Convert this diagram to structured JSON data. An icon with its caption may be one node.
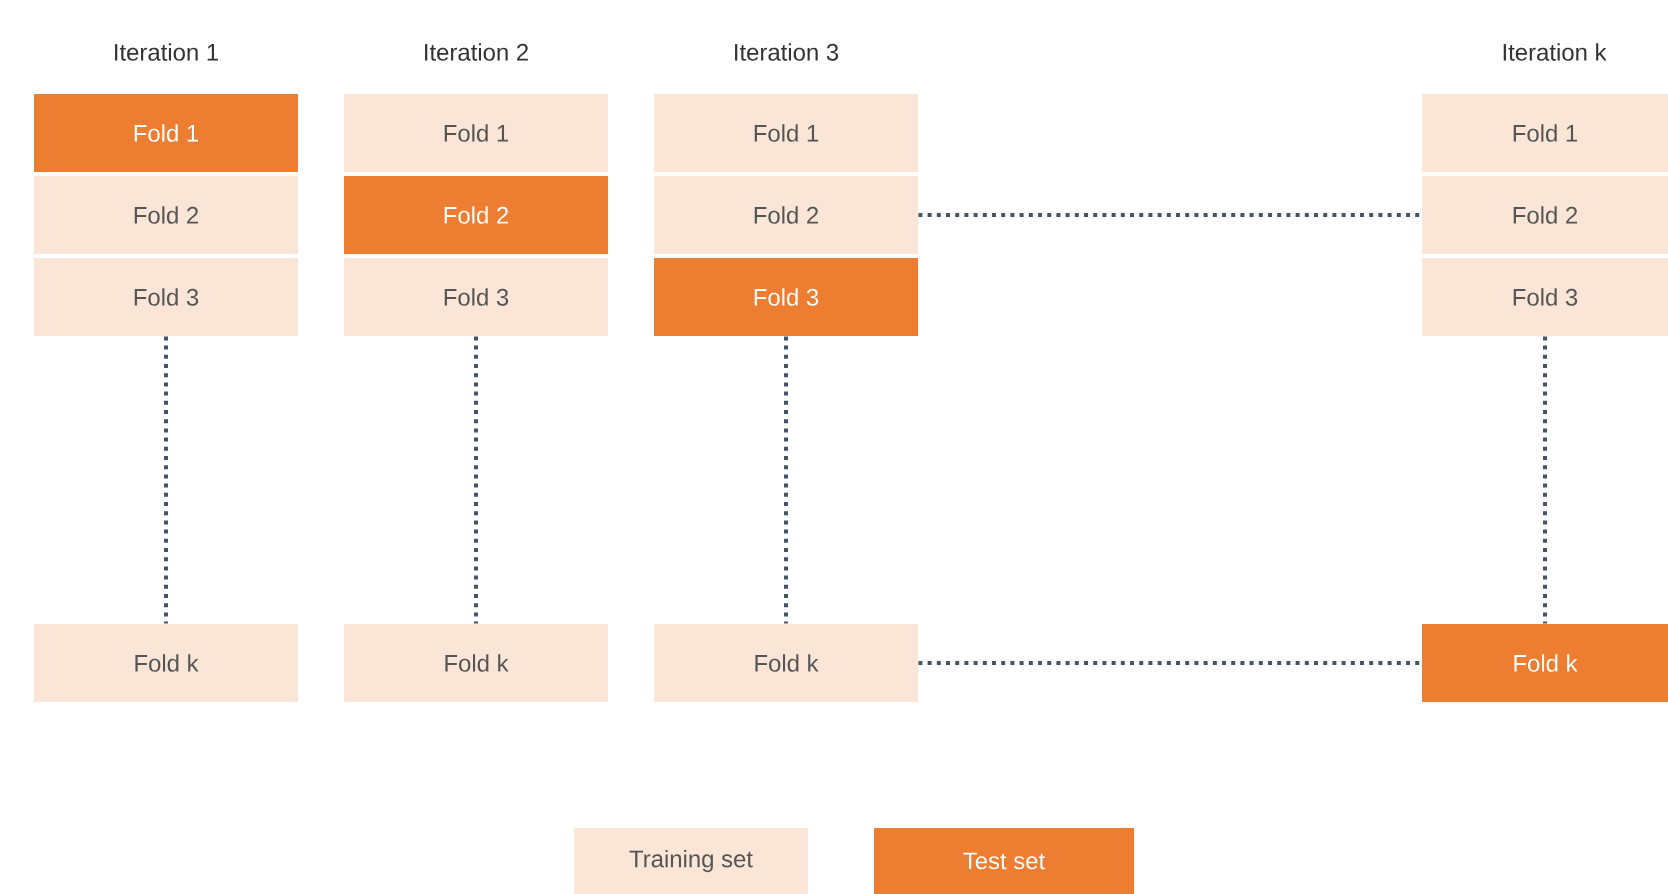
{
  "diagram": {
    "nodes": [
      {
        "text": [
          "Fold 1"
        ]
      },
      {
        "text": [
          "Fold 2"
        ]
      },
      {
        "text": [
          "Fold 3"
        ]
      },
      {
        "text": [
          "Fold k"
        ]
      },
      {
        "text": [
          "Fold 1"
        ]
      },
      {
        "text": [
          "Fold 2"
        ]
      },
      {
        "text": [
          "Fold 3"
        ]
      },
      {
        "text": [
          "Fold k"
        ]
      },
      {
        "text": [
          "Fold 1"
        ]
      },
      {
        "text": [
          "Fold 2"
        ]
      },
      {
        "text": [
          "Fold 3"
        ]
      },
      {
        "text": [
          "Fold k"
        ]
      },
      {
        "text": [
          "Fold 1"
        ]
      },
      {
        "text": [
          "Fold 2"
        ]
      },
      {
        "text": [
          "Fold 3"
        ]
      },
      {
        "text": [
          "Fold k"
        ]
      }
    ],
    "edges": [
      {
        "from": 2,
        "to": 3,
        "arrow": "none",
        "style": "dashed"
      },
      {
        "from": 6,
        "to": 7,
        "arrow": "none",
        "style": "dashed"
      },
      {
        "from": 10,
        "to": 11,
        "arrow": "none",
        "style": "dashed"
      },
      {
        "from": 14,
        "to": 15,
        "arrow": "none",
        "style": "dashed"
      },
      {
        "from": 9,
        "to": 13,
        "arrow": "none",
        "style": "dashed"
      },
      {
        "from": 11,
        "to": 15,
        "arrow": "none",
        "style": "dashed"
      }
    ],
    "labels": [
      "Iteration 1",
      "Iteration 2",
      "Iteration 3",
      "Iteration k"
    ],
    "legend": [
      {
        "text": "Training set",
        "color": "#fbe5d6"
      },
      {
        "text": "Test set",
        "color": "#ed7d31"
      }
    ]
  }
}
